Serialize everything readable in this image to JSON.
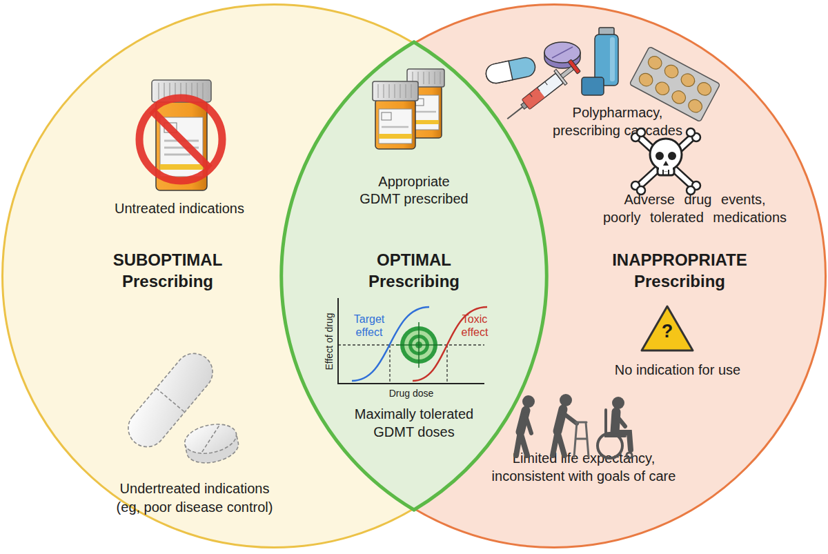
{
  "diagram": {
    "nodes": [
      {
        "text": [
          "SUBOPTIMAL Prescribing",
          "Untreated indications",
          "Undertreated indications (eg, poor disease control)"
        ]
      },
      {
        "text": [
          "OPTIMAL Prescribing",
          "Appropriate GDMT prescribed",
          "Maximally tolerated GDMT doses"
        ]
      },
      {
        "text": [
          "INAPPROPRIATE Prescribing",
          "Polypharmacy, prescribing cascades",
          "Adverse drug events, poorly tolerated medications",
          "No indication for use",
          "Limited life expectancy, inconsistent with goals of care"
        ]
      }
    ],
    "labels": [
      "Target effect",
      "Toxic effect",
      "Effect of drug",
      "Drug dose",
      "?"
    ]
  }
}
